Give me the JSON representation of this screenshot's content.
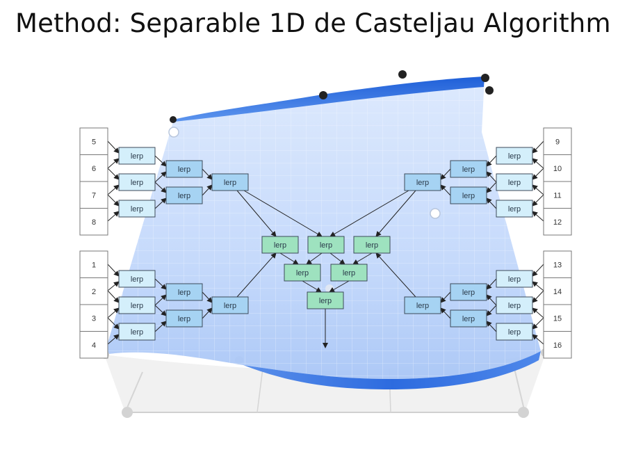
{
  "slide": {
    "title": "Method: Separable 1D de Casteljau Algorithm"
  },
  "diagram": {
    "node_label": "lerp",
    "colors": {
      "surface_top": "#2f6fe0",
      "surface_body": "#c9dcfb",
      "grid": "#ffffff",
      "lerp_light": "#d4effb",
      "lerp_blue": "#a6d3f3",
      "lerp_green": "#9ee2bf",
      "lerp_border": "#3c4a59",
      "cell_border": "#777777",
      "arrow": "#222222",
      "control_point": "#222222",
      "handle": "#cfcfcf"
    },
    "groups": {
      "top_left": [
        "5",
        "6",
        "7",
        "8"
      ],
      "bottom_left": [
        "1",
        "2",
        "3",
        "4"
      ],
      "top_right": [
        "9",
        "10",
        "11",
        "12"
      ],
      "bottom_right": [
        "13",
        "14",
        "15",
        "16"
      ]
    }
  }
}
